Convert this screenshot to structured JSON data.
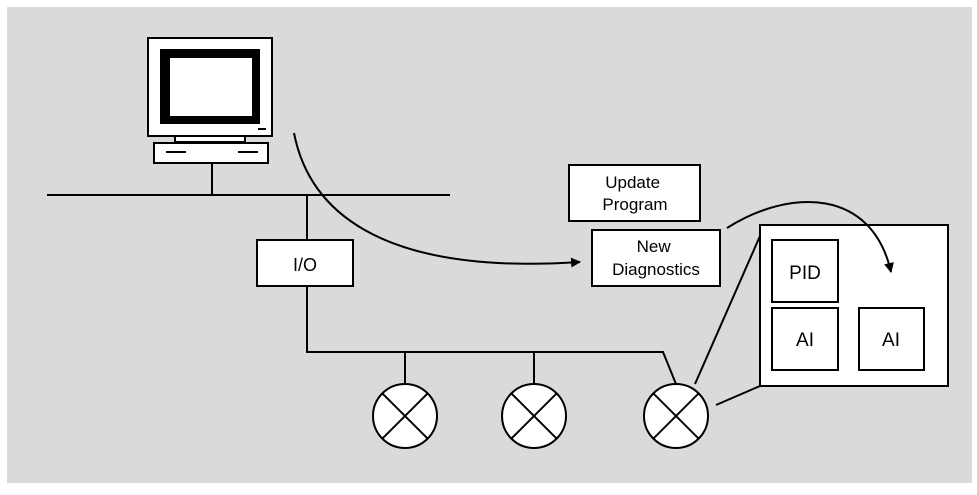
{
  "colors": {
    "background": "#d9dadb",
    "box_fill": "#ffffff",
    "stroke": "#000000"
  },
  "labels": {
    "update_program": [
      "Update",
      "Program"
    ],
    "new_diagnostics": [
      "New",
      "Diagnostics"
    ],
    "io": "I/O",
    "pid": "PID",
    "ai_left": "AI",
    "ai_right": "AI"
  },
  "icons": {
    "computer": "computer-icon",
    "field_device": "field-device-x-icon"
  }
}
